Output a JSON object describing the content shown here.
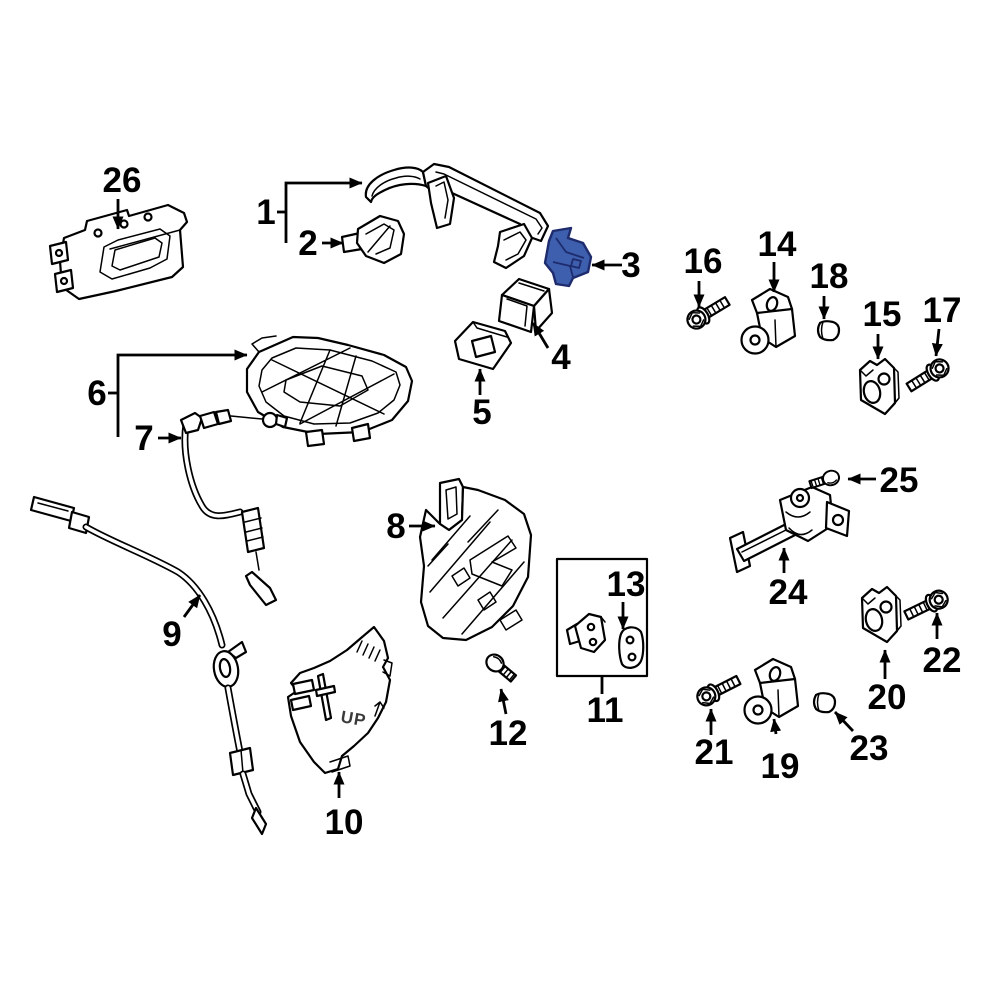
{
  "diagram": {
    "background_color": "#ffffff",
    "line_color": "#000000",
    "highlight_fill": "#3d5fae",
    "highlight_stroke": "#1e2b6d",
    "highlighted_callout": "3",
    "shield_text": "UP",
    "callouts": {
      "n1": "1",
      "n2": "2",
      "n3": "3",
      "n4": "4",
      "n5": "5",
      "n6": "6",
      "n7": "7",
      "n8": "8",
      "n9": "9",
      "n10": "10",
      "n11": "11",
      "n12": "12",
      "n13": "13",
      "n14": "14",
      "n15": "15",
      "n16": "16",
      "n17": "17",
      "n18": "18",
      "n19": "19",
      "n20": "20",
      "n21": "21",
      "n22": "22",
      "n23": "23",
      "n24": "24",
      "n25": "25",
      "n26": "26"
    }
  }
}
